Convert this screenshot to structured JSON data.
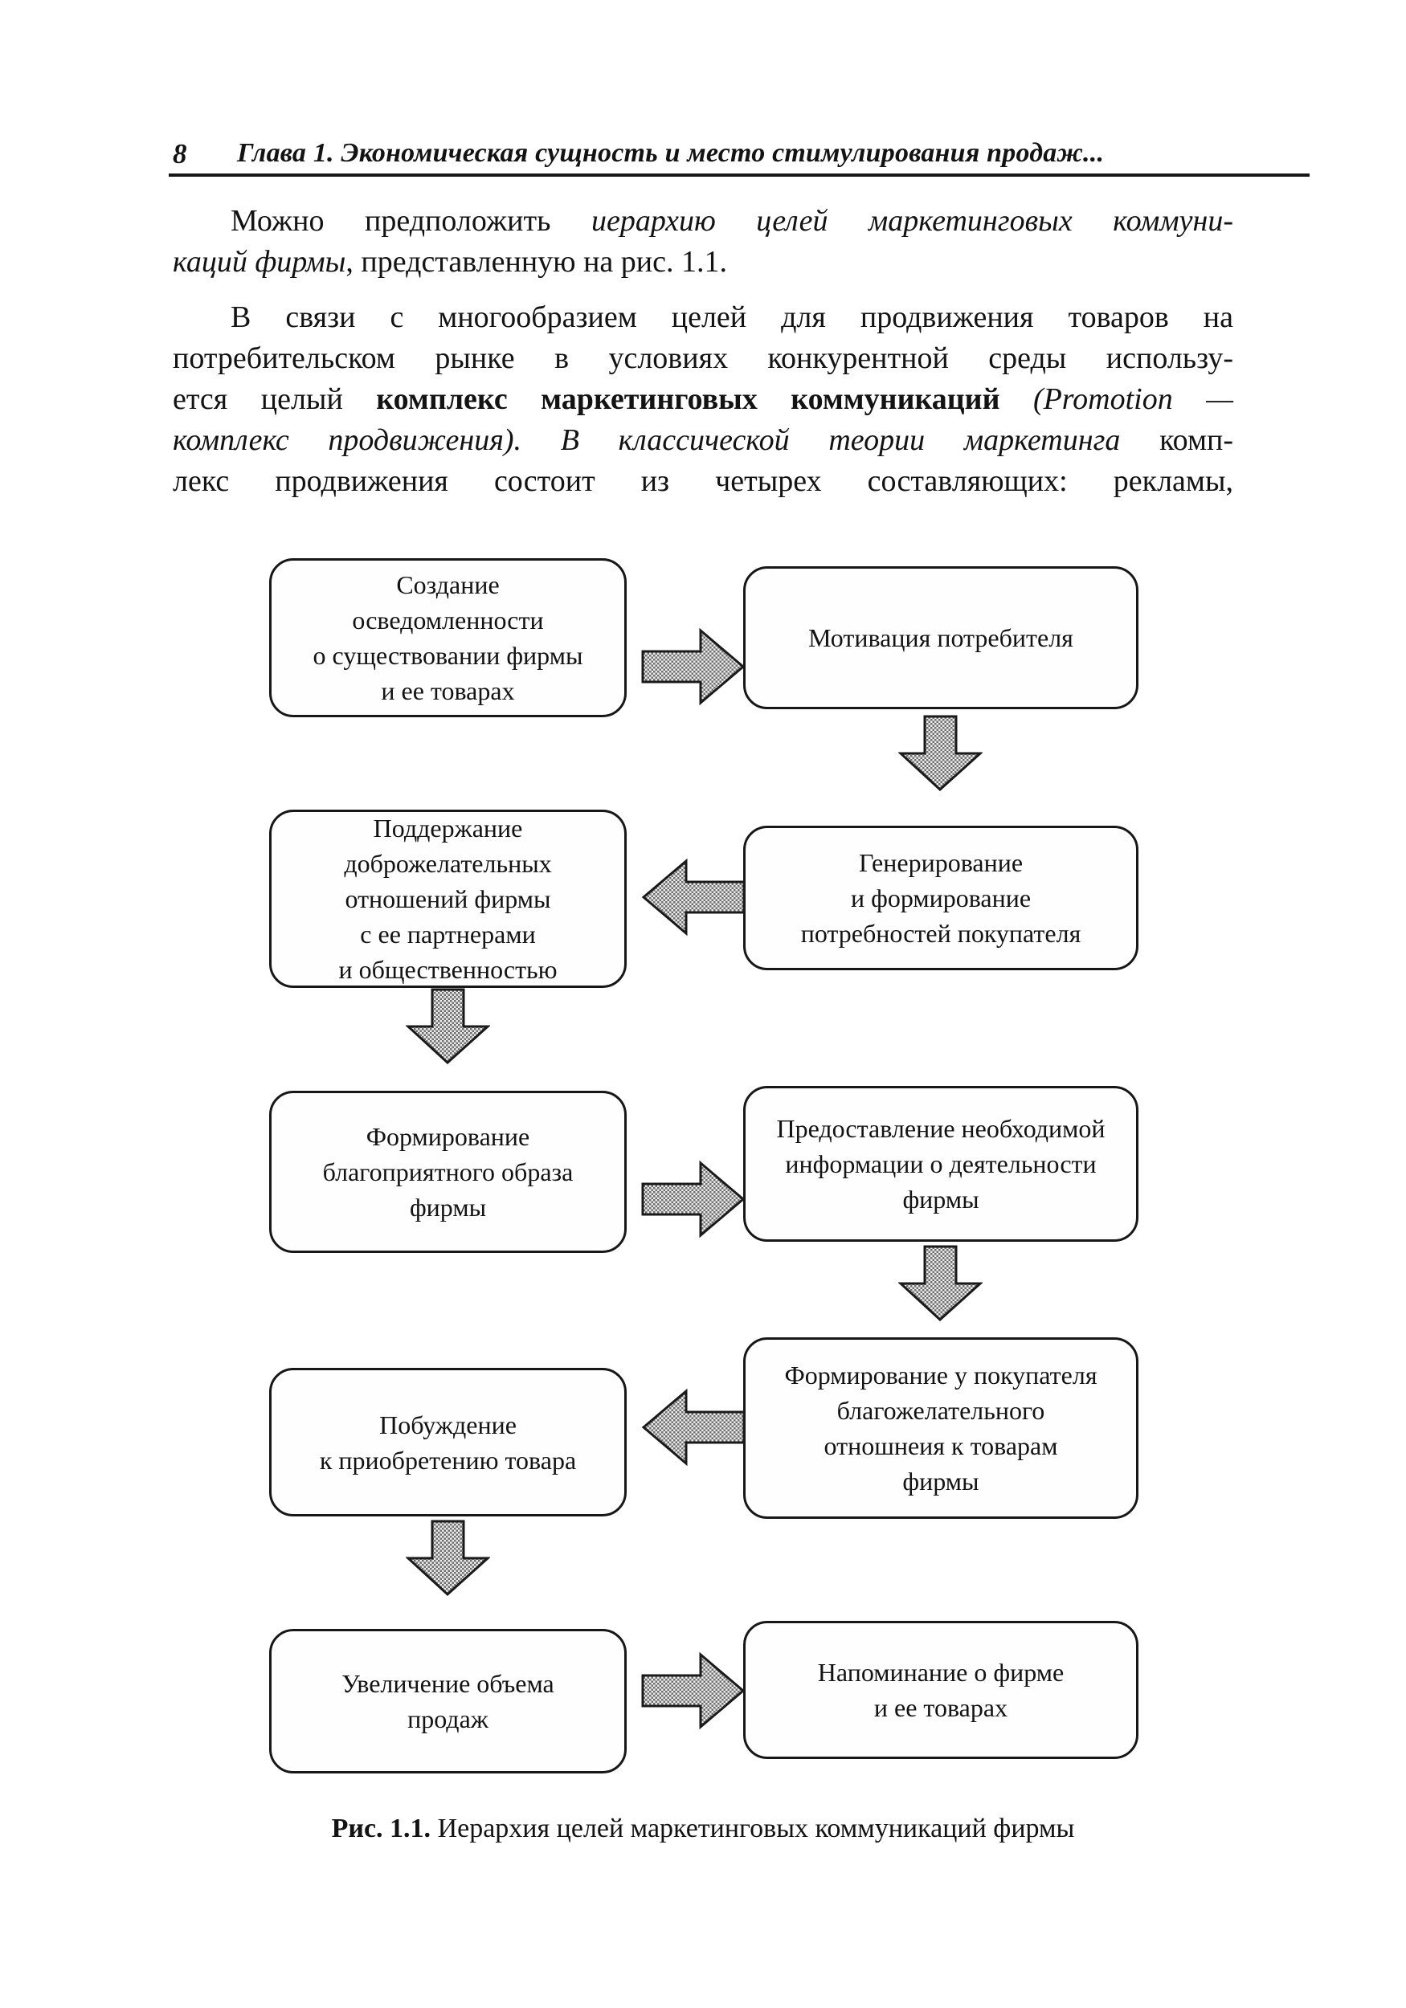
{
  "header": {
    "page_number": "8",
    "running_title": "Глава 1. Экономическая сущность и место стимулирования продаж..."
  },
  "body": {
    "paragraph1": {
      "lines": [
        {
          "justify": true,
          "indent": true,
          "segments": [
            {
              "text": "Можно предположить ",
              "style": "normal"
            },
            {
              "text": "иерархию целей маркетинговых коммуни-",
              "style": "italic"
            }
          ]
        },
        {
          "justify": false,
          "indent": false,
          "segments": [
            {
              "text": "каций фирмы",
              "style": "italic"
            },
            {
              "text": ", представленную на рис. 1.1.",
              "style": "normal"
            }
          ]
        }
      ]
    },
    "paragraph2": {
      "lines": [
        {
          "justify": true,
          "indent": true,
          "segments": [
            {
              "text": "В связи с многообразием целей для продвижения товаров на",
              "style": "normal"
            }
          ]
        },
        {
          "justify": true,
          "indent": false,
          "segments": [
            {
              "text": "потребительском рынке в условиях конкурентной среды использу-",
              "style": "normal"
            }
          ]
        },
        {
          "justify": true,
          "indent": false,
          "segments": [
            {
              "text": "ется целый ",
              "style": "normal"
            },
            {
              "text": "комплекс маркетинговых коммуникаций",
              "style": "bold"
            },
            {
              "text": " ",
              "style": "normal"
            },
            {
              "text": "(Promotion —",
              "style": "italic"
            }
          ]
        },
        {
          "justify": true,
          "indent": false,
          "segments": [
            {
              "text": "комплекс продвижения). В классической теории маркетинга",
              "style": "italic"
            },
            {
              "text": " комп-",
              "style": "normal"
            }
          ]
        },
        {
          "justify": true,
          "indent": false,
          "segments": [
            {
              "text": "лекс продвижения состоит из четырех составляющих: рекламы,",
              "style": "normal"
            }
          ]
        }
      ]
    }
  },
  "figure": {
    "boxes": [
      {
        "id": "r1-left",
        "text": "Создание\nосведомленности\nо существовании фирмы\nи ее товарах"
      },
      {
        "id": "r1-right",
        "text": "Мотивация потребителя"
      },
      {
        "id": "r2-left",
        "text": "Поддержание\nдоброжелательных\nотношений фирмы\nс ее партнерами\nи общественностью"
      },
      {
        "id": "r2-right",
        "text": "Генерирование\nи формирование\nпотребностей покупателя"
      },
      {
        "id": "r3-left",
        "text": "Формирование\nблагоприятного образа\nфирмы"
      },
      {
        "id": "r3-right",
        "text": "Предоставление необходимой\nинформации о деятельности\nфирмы"
      },
      {
        "id": "r4-left",
        "text": "Побуждение\nк приобретению товара"
      },
      {
        "id": "r4-right",
        "text": "Формирование у покупателя\nблагожелательного\nотношнеия к товарам\nфирмы"
      },
      {
        "id": "r5-left",
        "text": "Увеличение объема\nпродаж"
      },
      {
        "id": "r5-right",
        "text": "Напоминание о фирме\nи ее товарах"
      }
    ],
    "arrows": [
      {
        "id": "a-r1",
        "direction": "right"
      },
      {
        "id": "a-d1",
        "direction": "down"
      },
      {
        "id": "a-r2",
        "direction": "left"
      },
      {
        "id": "a-d2",
        "direction": "down"
      },
      {
        "id": "a-r3",
        "direction": "right"
      },
      {
        "id": "a-d3",
        "direction": "down"
      },
      {
        "id": "a-r4",
        "direction": "left"
      },
      {
        "id": "a-d4",
        "direction": "down"
      },
      {
        "id": "a-r5",
        "direction": "right"
      }
    ],
    "caption": {
      "label": "Рис. 1.1.",
      "text": " Иерархия целей маркетинговых коммуникаций фирмы"
    }
  }
}
